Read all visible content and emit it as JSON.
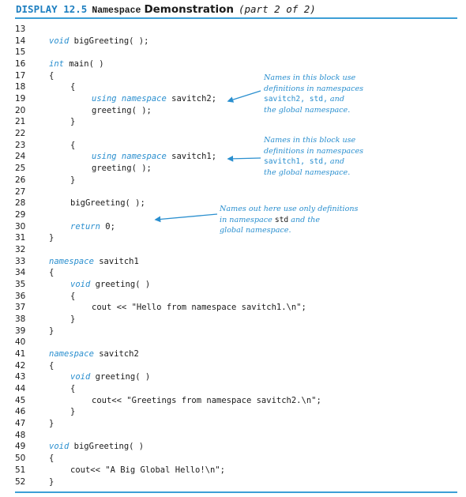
{
  "header": {
    "display": "DISPLAY 12.5",
    "title_word": "Namespace",
    "title_bold": "Demonstration",
    "part": "(part 2 of 2)"
  },
  "code_lines": [
    {
      "n": "13",
      "indent": 0,
      "kw": "",
      "text": ""
    },
    {
      "n": "14",
      "indent": 0,
      "kw": "void",
      "text": " bigGreeting( );"
    },
    {
      "n": "15",
      "indent": 0,
      "kw": "",
      "text": ""
    },
    {
      "n": "16",
      "indent": 0,
      "kw": "int",
      "text": " main( )"
    },
    {
      "n": "17",
      "indent": 0,
      "kw": "",
      "text": "{"
    },
    {
      "n": "18",
      "indent": 1,
      "kw": "",
      "text": "{"
    },
    {
      "n": "19",
      "indent": 2,
      "kw": "using namespace",
      "text": " savitch2;"
    },
    {
      "n": "20",
      "indent": 2,
      "kw": "",
      "text": "greeting( );"
    },
    {
      "n": "21",
      "indent": 1,
      "kw": "",
      "text": "}"
    },
    {
      "n": "22",
      "indent": 0,
      "kw": "",
      "text": ""
    },
    {
      "n": "23",
      "indent": 1,
      "kw": "",
      "text": "{"
    },
    {
      "n": "24",
      "indent": 2,
      "kw": "using namespace",
      "text": " savitch1;"
    },
    {
      "n": "25",
      "indent": 2,
      "kw": "",
      "text": "greeting( );"
    },
    {
      "n": "26",
      "indent": 1,
      "kw": "",
      "text": "}"
    },
    {
      "n": "27",
      "indent": 0,
      "kw": "",
      "text": ""
    },
    {
      "n": "28",
      "indent": 1,
      "kw": "",
      "text": "bigGreeting( );"
    },
    {
      "n": "29",
      "indent": 0,
      "kw": "",
      "text": ""
    },
    {
      "n": "30",
      "indent": 1,
      "kw": "return",
      "text": " 0;"
    },
    {
      "n": "31",
      "indent": 0,
      "kw": "",
      "text": "}"
    },
    {
      "n": "32",
      "indent": 0,
      "kw": "",
      "text": ""
    },
    {
      "n": "33",
      "indent": 0,
      "kw": "namespace",
      "text": " savitch1"
    },
    {
      "n": "34",
      "indent": 0,
      "kw": "",
      "text": "{"
    },
    {
      "n": "35",
      "indent": 1,
      "kw": "void",
      "text": " greeting( )"
    },
    {
      "n": "36",
      "indent": 1,
      "kw": "",
      "text": "{"
    },
    {
      "n": "37",
      "indent": 2,
      "kw": "",
      "text": "cout << \"Hello from namespace savitch1.\\n\";"
    },
    {
      "n": "38",
      "indent": 1,
      "kw": "",
      "text": "}"
    },
    {
      "n": "39",
      "indent": 0,
      "kw": "",
      "text": "}"
    },
    {
      "n": "40",
      "indent": 0,
      "kw": "",
      "text": ""
    },
    {
      "n": "41",
      "indent": 0,
      "kw": "namespace",
      "text": " savitch2"
    },
    {
      "n": "42",
      "indent": 0,
      "kw": "",
      "text": "{"
    },
    {
      "n": "43",
      "indent": 1,
      "kw": "void",
      "text": " greeting( )"
    },
    {
      "n": "44",
      "indent": 1,
      "kw": "",
      "text": "{"
    },
    {
      "n": "45",
      "indent": 2,
      "kw": "",
      "text": "cout<< \"Greetings from namespace savitch2.\\n\";"
    },
    {
      "n": "46",
      "indent": 1,
      "kw": "",
      "text": "}"
    },
    {
      "n": "47",
      "indent": 0,
      "kw": "",
      "text": "}"
    },
    {
      "n": "48",
      "indent": 0,
      "kw": "",
      "text": ""
    },
    {
      "n": "49",
      "indent": 0,
      "kw": "void",
      "text": " bigGreeting( )"
    },
    {
      "n": "50",
      "indent": 0,
      "kw": "",
      "text": "{"
    },
    {
      "n": "51",
      "indent": 1,
      "kw": "",
      "text": "cout<< \"A Big Global Hello!\\n\";"
    },
    {
      "n": "52",
      "indent": 0,
      "kw": "",
      "text": "}"
    }
  ],
  "annotations": {
    "note1": {
      "line1": "Names in this block use",
      "line2": "definitions in namespaces",
      "line3_code": "savitch2, std,",
      "line3_tail": " and",
      "line4": "the global namespace."
    },
    "note2": {
      "line1": "Names in this block use",
      "line2": "definitions in namespaces",
      "line3_code": "savitch1, std,",
      "line3_tail": " and",
      "line4": "the global namespace."
    },
    "note3": {
      "line1": "Names out here use only definitions",
      "line2_head": "in namespace ",
      "line2_code": "std",
      "line2_tail": " and the",
      "line3": "global namespace."
    }
  },
  "colors": {
    "accent": "#2a8fcf",
    "rule": "#3d9fd6",
    "text": "#1a1a1a"
  }
}
